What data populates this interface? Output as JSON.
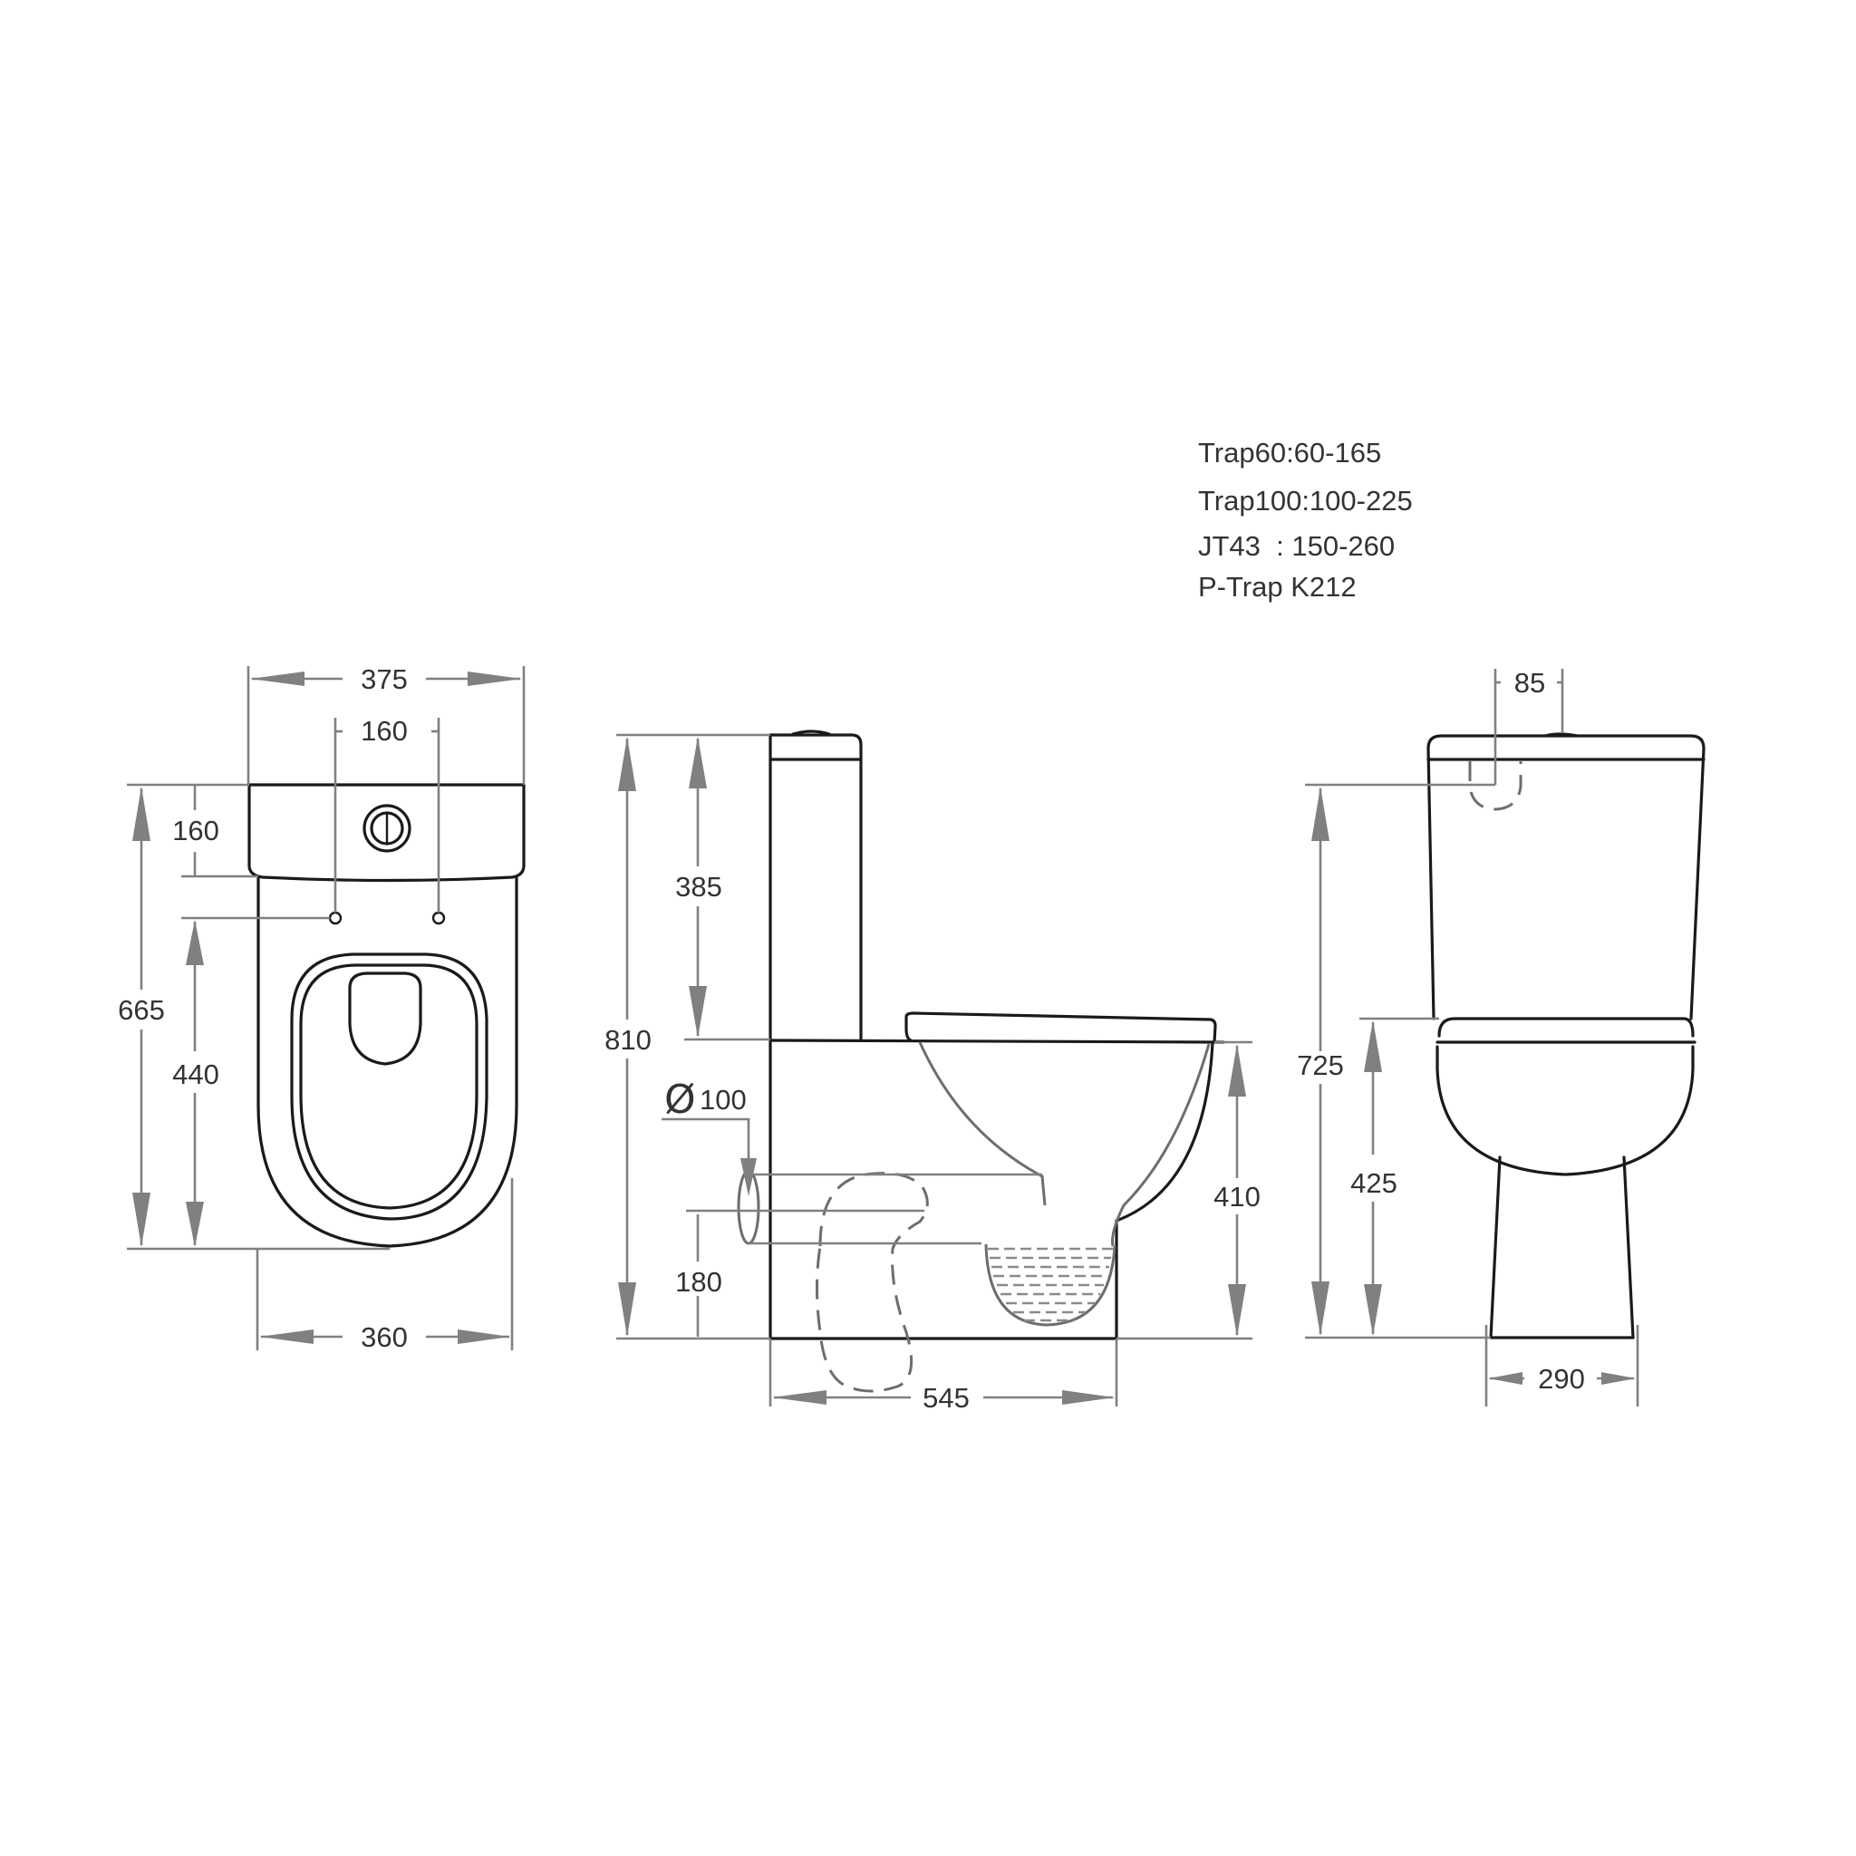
{
  "drawing": {
    "title": "Close-coupled toilet suite dimension drawing",
    "units": "mm",
    "colors": {
      "outline": "#1a1a1a",
      "dimension": "#808080",
      "text": "#333333",
      "background": "#ffffff"
    }
  },
  "trap_specs": [
    "Trap60:60-165",
    "Trap100:100-225",
    "JT43  : 150-260",
    "P-Trap K212"
  ],
  "top_view": {
    "overall_width": "375",
    "seat_hinge_spacing": "160",
    "cistern_depth": "160",
    "overall_depth": "665",
    "hinge_to_front": "440",
    "base_width": "360"
  },
  "side_view": {
    "overall_height": "810",
    "cistern_height": "385",
    "outlet_diameter_symbol": "Ø",
    "outlet_diameter": "100",
    "outlet_height": "180",
    "rim_height": "410",
    "overall_length": "545"
  },
  "front_view": {
    "button_offset": "85",
    "inlet_height": "725",
    "seat_height": "425",
    "foot_width": "290"
  }
}
